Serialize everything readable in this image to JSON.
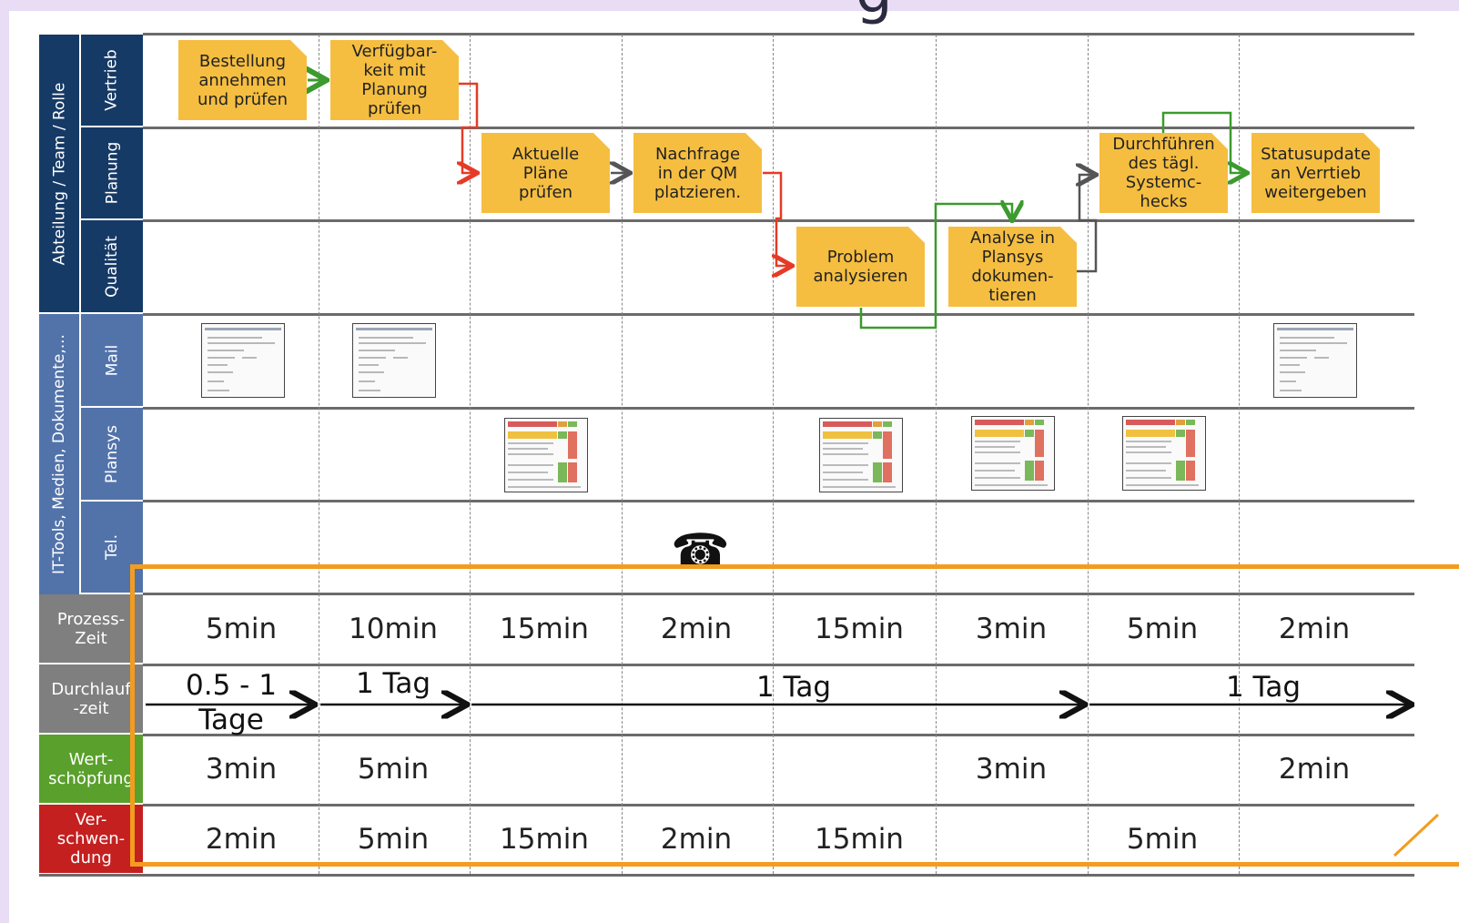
{
  "heading_fragment": "g",
  "colors": {
    "band_roles": "#163a66",
    "band_tools": "#5273aa",
    "prozess": "#7f7f7f",
    "durchlauf": "#7f7f7f",
    "wert": "#5aa02c",
    "verschwendung": "#c42020",
    "task": "#f5be41",
    "highlight": "#f39c1f",
    "flow_red": "#e53b26",
    "flow_green": "#3c9a2e",
    "flow_gray": "#555555"
  },
  "bands": {
    "roles": "Abteilung / Team / Rolle",
    "tools": "IT-Tools, Medien, Dokumente,..."
  },
  "lanes": [
    "Vertrieb",
    "Planung",
    "Qualität",
    "Mail",
    "Plansys",
    "Tel."
  ],
  "tasks": [
    "Bestellung\nannehmen\nund prüfen",
    "Verfügbar-\nkeit mit\nPlanung\nprüfen",
    "Aktuelle\nPläne\nprüfen",
    "Nachfrage\nin der QM\nplatzieren.",
    "Problem\nanalysieren",
    "Analyse in\nPlansys\ndokumen-\ntieren",
    "Durchführen\ndes tägl.\nSystemc-\nhecks",
    "Statusupdate\nan Verrtieb\nweitergeben"
  ],
  "metric_labels": {
    "prozess": "Prozess-\nZeit",
    "durchlauf": "Durchlauf\n-zeit",
    "wert": "Wert-\nschöpfung",
    "verschwendung": "Ver-\nschwen-\ndung"
  },
  "prozess_zeit": [
    "5min",
    "10min",
    "15min",
    "2min",
    "15min",
    "3min",
    "5min",
    "2min"
  ],
  "durchlauf": {
    "seg1": "0.5 - 1\nTage",
    "seg2": "1 Tag",
    "seg3": "1 Tag",
    "seg4": "1 Tag"
  },
  "wertschoepfung": [
    "3min",
    "5min",
    "",
    "",
    "",
    "3min",
    "",
    "2min"
  ],
  "verschwendung": [
    "2min",
    "5min",
    "15min",
    "2min",
    "15min",
    "",
    "5min",
    ""
  ],
  "icons": {
    "phone": "☎",
    "mail_document": "mail-screenshot-icon",
    "plansys_document": "spreadsheet-icon"
  }
}
